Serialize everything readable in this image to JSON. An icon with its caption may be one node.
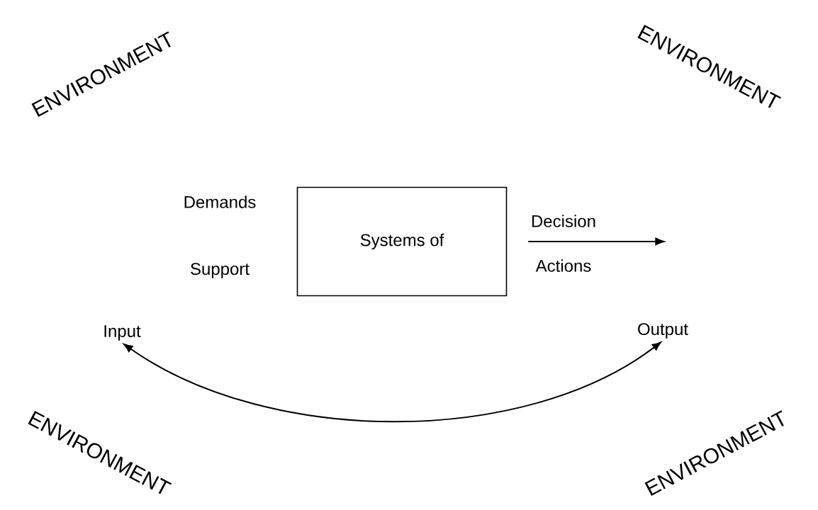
{
  "diagram": {
    "nodes": [
      {
        "text": [
          "Systems of"
        ]
      },
      {
        "text": [
          "Input"
        ]
      },
      {
        "text": [
          "Output"
        ]
      }
    ],
    "edges": [
      {
        "from": 0,
        "to": null,
        "arrow": "to",
        "label": "Decision"
      },
      {
        "from": 1,
        "to": 2,
        "arrow": "both"
      }
    ],
    "labels": [
      "ENVIRONMENT",
      "ENVIRONMENT",
      "Demands",
      "Support",
      "Actions",
      "ENVIRONMENT",
      "ENVIRONMENT"
    ]
  }
}
